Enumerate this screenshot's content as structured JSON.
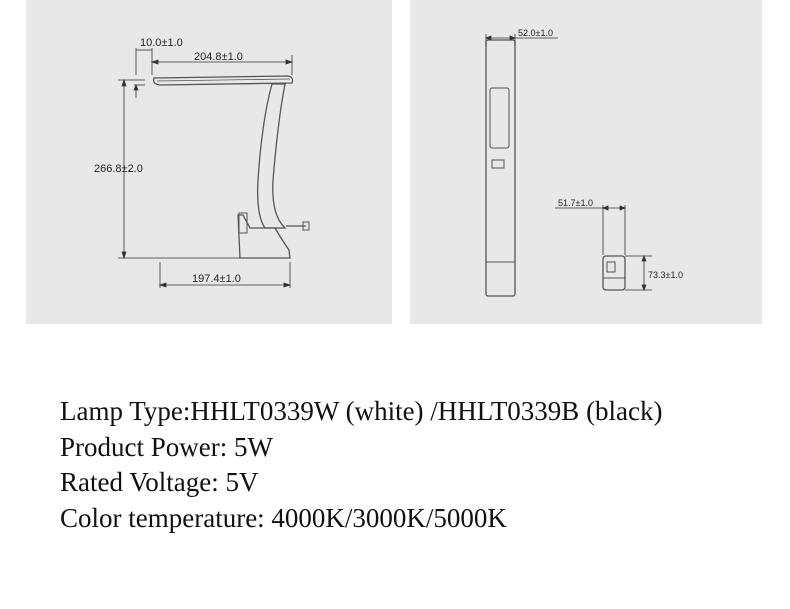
{
  "drawing": {
    "dimensions": {
      "base_offset": "10.0±1.0",
      "top_width": "204.8±1.0",
      "total_height": "266.8±2.0",
      "base_width": "197.4±1.0",
      "side_width": "52.0±1.0",
      "folded_width": "51.7±1.0",
      "folded_height": "73.3±1.0"
    },
    "colors": {
      "panel": "#e8e8e8",
      "line": "#333333",
      "drawing": "#555555"
    }
  },
  "specs": {
    "lamp_type": "Lamp Type:HHLT0339W (white) /HHLT0339B (black)",
    "power": "Product Power: 5W",
    "voltage": "Rated Voltage: 5V",
    "color_temperature": "Color temperature: 4000K/3000K/5000K"
  }
}
